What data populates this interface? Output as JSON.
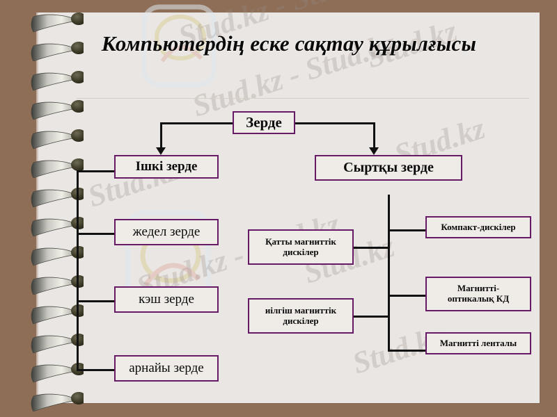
{
  "slide": {
    "title": "Компьютердің еске сақтау құрылғысы",
    "watermark_text": "Stud.kz",
    "watermark_text_long": "Stud.kz - Stud.kz",
    "background_color": "#8E6E57",
    "page_color": "#EAE6E3",
    "node_border_color": "#661A66",
    "connector_color": "#111111"
  },
  "diagram": {
    "type": "tree",
    "root": {
      "label": "Зерде"
    },
    "branches": [
      {
        "label": "Ішкі зерде",
        "children": [
          {
            "label": "жедел зерде"
          },
          {
            "label": "кэш зерде"
          },
          {
            "label": "арнайы зерде"
          }
        ]
      },
      {
        "label": "Сыртқы зерде",
        "children": [
          {
            "label": "Қатты магниттік дискілер"
          },
          {
            "label": "иілгіш магниттік дискілер"
          },
          {
            "label": "Компакт-дискілер"
          },
          {
            "label": "Магнитті-оптикалық КД"
          },
          {
            "label": "Магнитті ленталы"
          }
        ]
      }
    ],
    "nodes": {
      "root": "Зерде",
      "internal": "Ішкі зерде",
      "external": "Сыртқы зерде",
      "ram": "жедел зерде",
      "cache": "кэш зерде",
      "special": "арнайы зерде",
      "hdd_line1": "Қатты магниттік",
      "hdd_line2": "дискілер",
      "fdd_line1": "иілгіш магниттік",
      "fdd_line2": "дискілер",
      "cd": "Компакт-дискілер",
      "mo_line1": "Магнитті-",
      "mo_line2": "оптикалық КД",
      "tape": "Магнитті ленталы"
    }
  }
}
